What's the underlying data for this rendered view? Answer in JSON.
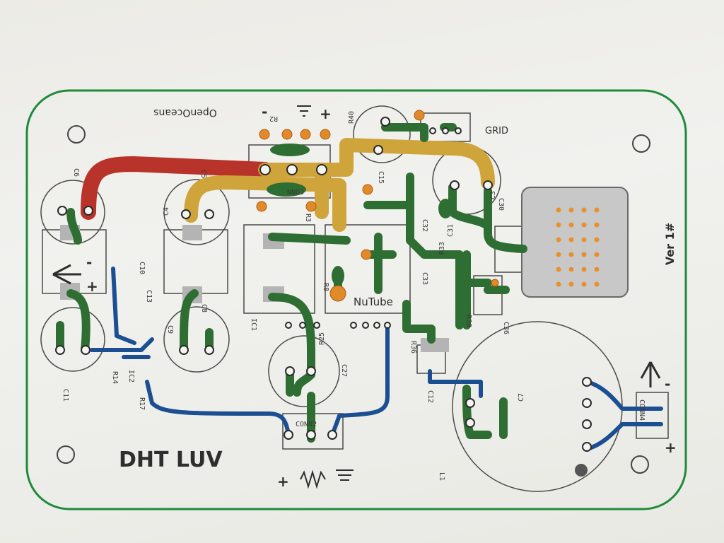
{
  "board": {
    "title": "DHT LUV",
    "version": "Ver 1#",
    "brand": "OpenOceans",
    "tube_label": "NuTube",
    "grid_label": "GRID",
    "colors": {
      "outline": "#1f8a3a",
      "red_trace": "#b8332a",
      "gold_trace": "#cfa43b",
      "green_trace": "#2f6e33",
      "blue_trace": "#1c4f91",
      "pad_orange": "#e08a2a",
      "silk": "#2e2e2e"
    }
  },
  "labels": {
    "c6": "C6",
    "c5": "C5",
    "c4": "C4",
    "c3": "C3",
    "c8": "C8",
    "c9": "C9",
    "c10": "C10",
    "c11": "C11",
    "c12": "C12",
    "c13": "C13",
    "c15": "C15",
    "c27": "C27",
    "c30": "C30",
    "c31": "C31",
    "c32": "C32",
    "c33": "C33",
    "c36": "C36",
    "r2": "R2",
    "r3": "R3",
    "r8": "R8",
    "r14": "R14",
    "r17": "R17",
    "r25": "R25",
    "r33": "R33",
    "r36": "R36",
    "r38": "R38",
    "r40": "R40",
    "ic1": "IC1",
    "ic2": "IC2",
    "conn": "CONN",
    "conn2": "CONN2",
    "conn4": "CONN4",
    "l1": "L1",
    "c7": "C7"
  },
  "symbols": {
    "plus": "+",
    "minus": "-",
    "resistor": "⩘⩗",
    "arrow": "↑"
  }
}
